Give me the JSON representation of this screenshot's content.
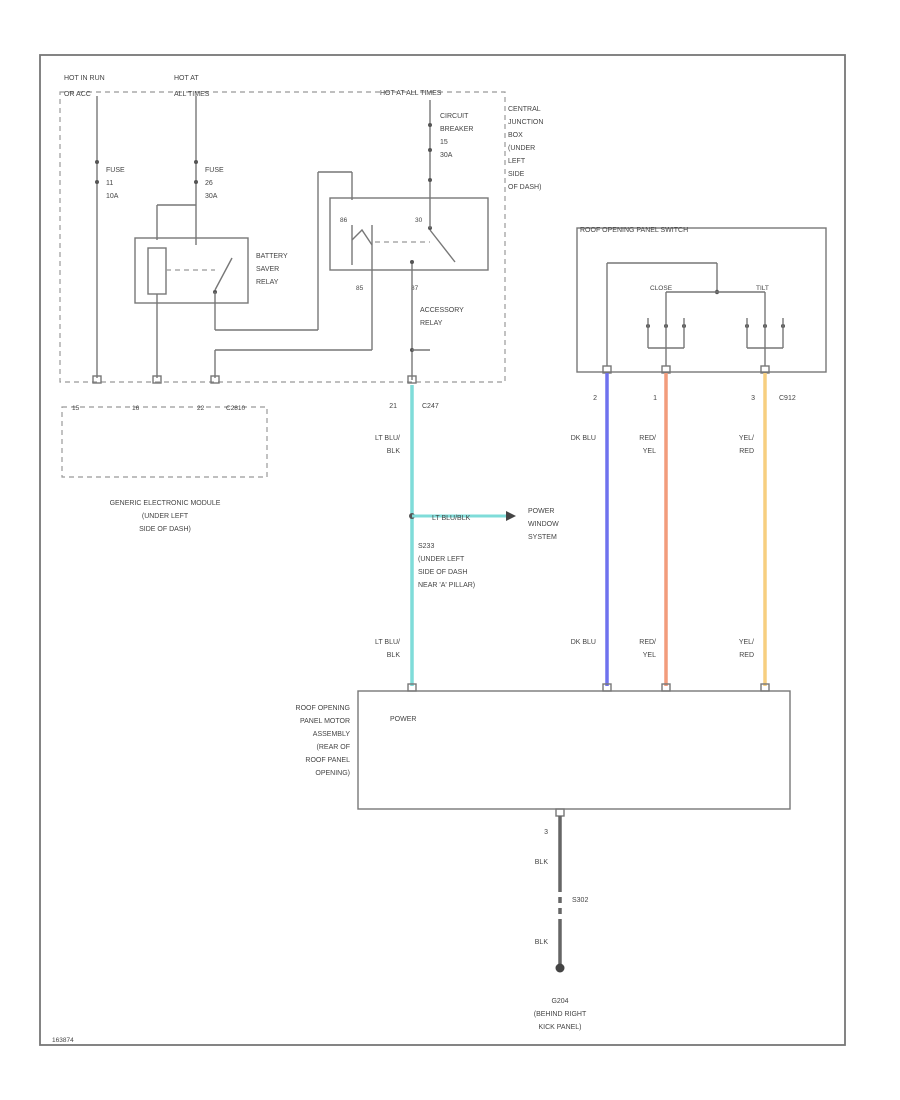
{
  "colors": {
    "lt_blu_blk": "#7fdcd9",
    "dk_blu": "#6f72ee",
    "red_yel": "#f29c7c",
    "yel_red": "#f7cf80",
    "line": "#777777"
  },
  "power": {
    "hot_run": [
      "HOT IN RUN",
      "OR ACC"
    ],
    "hot_aux": [
      "HOT AT",
      "ALL TIMES"
    ],
    "hot_timer": "HOT AT ALL TIMES"
  },
  "fuse1": [
    "FUSE",
    "11",
    "10A"
  ],
  "fuse2": [
    "FUSE",
    "26",
    "30A"
  ],
  "circuit_breaker": [
    "CIRCUIT",
    "BREAKER",
    "15",
    "30A"
  ],
  "cjb": [
    "CENTRAL",
    "JUNCTION",
    "BOX",
    "(UNDER",
    "LEFT",
    "SIDE",
    "OF DASH)"
  ],
  "battery_saver_relay": [
    "BATTERY",
    "SAVER",
    "RELAY"
  ],
  "accessory_relay": [
    "ACCESSORY",
    "RELAY"
  ],
  "relay_pins": {
    "p1": "86",
    "p2": "30",
    "p3": "85",
    "p4": "87"
  },
  "gem_pins": [
    "15",
    "16",
    "22",
    "C2810"
  ],
  "gem_label": [
    "GENERIC ELECTRONIC MODULE",
    "(UNDER LEFT",
    "SIDE OF DASH)"
  ],
  "connector_c2": {
    "pin": "21",
    "name": "C247"
  },
  "wire_lt_blu_blk": [
    "LT BLU/",
    "BLK"
  ],
  "splice": {
    "wire": "LT BLU/BLK",
    "to": [
      "POWER",
      "WINDOW",
      "SYSTEM"
    ],
    "name": [
      "S233",
      "(UNDER LEFT",
      "SIDE OF DASH",
      "NEAR 'A' PILLAR)"
    ]
  },
  "switch_box": {
    "title": "ROOF OPENING PANEL SWITCH",
    "close_label": "CLOSE",
    "tilt_label": "TILT",
    "connector": "C912",
    "pins": [
      "2",
      "1",
      "3"
    ]
  },
  "wire_dk_blu": [
    "DK BLU"
  ],
  "wire_red_yel": [
    "RED/",
    "YEL"
  ],
  "wire_yel_red": [
    "YEL/",
    "RED"
  ],
  "motor": {
    "name": [
      "ROOF OPENING",
      "PANEL MOTOR",
      "ASSEMBLY",
      "(REAR OF",
      "ROOF PANEL",
      "OPENING)"
    ],
    "power_label": "POWER"
  },
  "ground": {
    "pin": "3",
    "wire1": "BLK",
    "splice": "S302",
    "wire2": "BLK",
    "name": [
      "G204",
      "(BEHIND RIGHT",
      "KICK PANEL)"
    ]
  },
  "figure_code": "163874"
}
